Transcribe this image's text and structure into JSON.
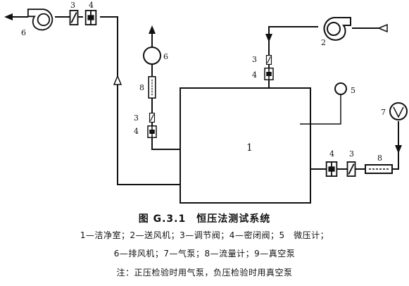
{
  "diagram": {
    "labels": {
      "clean_room": "1",
      "supply_fan": "2",
      "damper": "3",
      "airtight_valve": "4",
      "micro_manometer": "5",
      "exhaust_fan": "6",
      "air_pump": "7",
      "flowmeter": "8",
      "vacuum_pump": "9"
    },
    "icons": {
      "fan": "centrifugal-fan-icon",
      "damper": "damper-icon",
      "valve": "airtight-valve-icon",
      "flowmeter": "flowmeter-icon",
      "vacuum_pump": "vacuum-pump-icon",
      "air_pump": "air-pump-icon",
      "manometer": "manometer-icon"
    },
    "line_color": "#111111"
  },
  "caption": {
    "title": "图 G.3.1　恒压法测试系统",
    "legend_line1": "1—洁净室；2—送风机；3—调节阀；4—密闭阀；5　微压计；",
    "legend_line2": "6—排风机；7—气泵；8—流量计；9—真空泵",
    "note": "注：正压检验时用气泵，负压检验时用真空泵"
  }
}
